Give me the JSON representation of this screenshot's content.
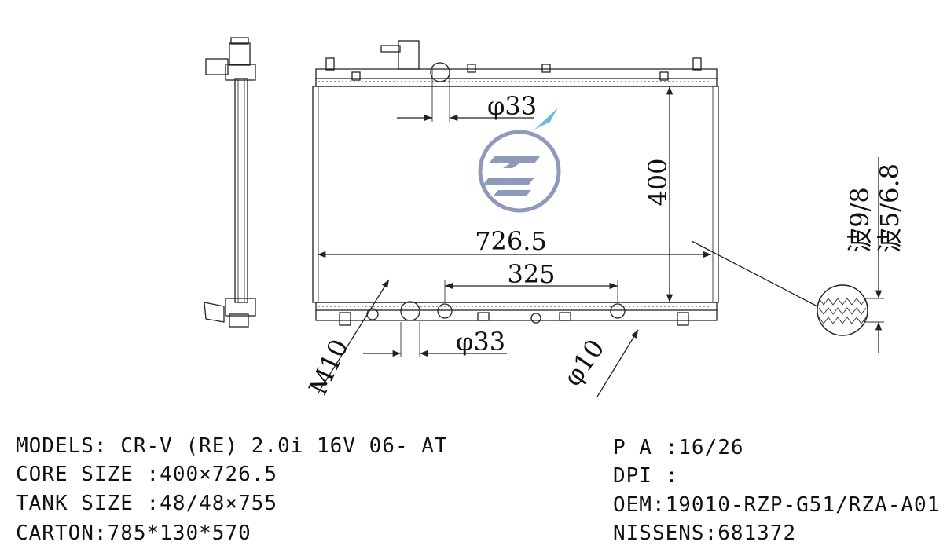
{
  "dimensions": {
    "inlet_diameter": "φ33",
    "outlet_diameter": "φ33",
    "core_height": "400",
    "core_width": "726.5",
    "mount_spacing": "325",
    "thread_m10": "M10",
    "pin_diameter": "φ10",
    "fin_wave_1": "波9/8",
    "fin_wave_2": "波5/6.8"
  },
  "specs": {
    "models": "MODELS: CR-V (RE) 2.0i 16V 06- AT",
    "core_size": "CORE SIZE :400×726.5",
    "tank_size": "TANK SIZE :48/48×755",
    "carton": "CARTON:785*130*570",
    "pa": "P A :16/26",
    "dpi": "DPI :",
    "oem": "OEM:19010-RZP-G51/RZA-A01",
    "nissens": "NISSENS:681372"
  },
  "colors": {
    "logo": "#8d9ab9",
    "lines": "#222222",
    "accent": "#4aa8d8"
  }
}
